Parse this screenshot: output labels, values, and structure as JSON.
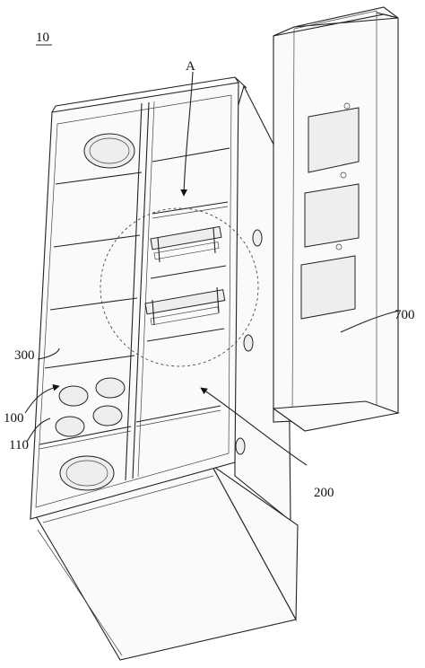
{
  "figure": {
    "labels": {
      "fig_number": "10",
      "detail": "A",
      "label_300": "300",
      "label_100": "100",
      "label_110": "110",
      "label_200": "200",
      "label_700": "700"
    }
  }
}
